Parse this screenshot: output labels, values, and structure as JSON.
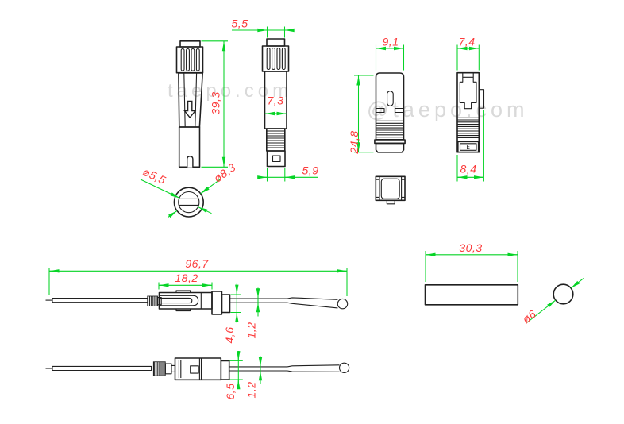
{
  "colors": {
    "line": "#202020",
    "dimension_line": "#06d426",
    "dimension_text": "#fb3b3b",
    "watermark": "#d9d9d9",
    "background": "#ffffff"
  },
  "watermarks": {
    "left": "taepo.com",
    "right": "@taepo.com"
  },
  "dims": {
    "cap_width": "5,5",
    "connector_height": "39,3",
    "body_width": "7,3",
    "rear_width": "5,9",
    "ferrule_inner_dia": "ø5,5",
    "ferrule_outer_dia": "ø8,3",
    "housing_width": "9,1",
    "housing_height": "24,8",
    "housing_side_width": "7,4",
    "housing_side_depth": "8,4",
    "housing_label": "E",
    "pigtail_total_length": "96,7",
    "connector_body_length": "18,2",
    "boot_flange_height_top": "4,6",
    "cable_dia_top": "1,2",
    "boot_flange_height_bottom": "6,5",
    "cable_dia_bottom": "1,2",
    "tube_length": "30,3",
    "cable_outer_dia": "ø6"
  }
}
